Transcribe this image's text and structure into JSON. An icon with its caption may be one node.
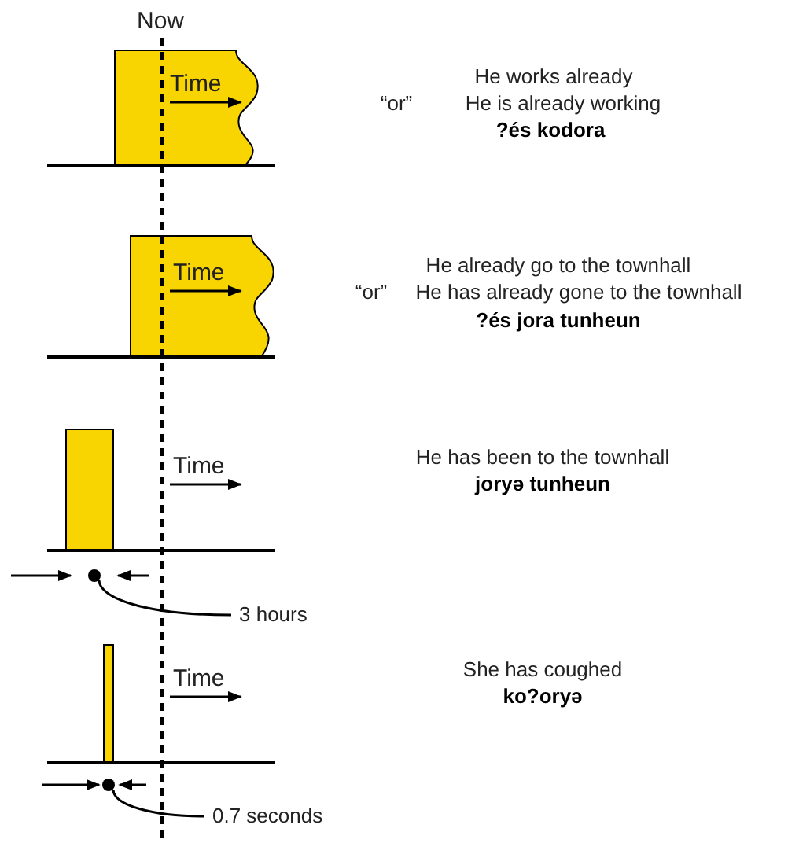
{
  "diagram": {
    "nodes": [
      {
        "text": [],
        "shape": "circle"
      },
      {
        "text": [
          "3 hours"
        ]
      },
      {
        "text": [],
        "shape": "circle"
      },
      {
        "text": [
          "0.7 seconds"
        ]
      }
    ],
    "edges": [
      {
        "from": 1,
        "to": 0,
        "arrow": "none"
      },
      {
        "from": 3,
        "to": 2,
        "arrow": "none"
      }
    ],
    "labels": [
      "Now",
      "Time",
      "He works already",
      "“or”",
      "He is already working",
      "?és kodora",
      "Time",
      "He already go to the townhall",
      "“or”",
      "He has already gone to the townhall",
      "?és jora tunheun",
      "Time",
      "He has been to the townhall",
      "joryə tunheun",
      "Time",
      "She has coughed",
      "ko?oryə"
    ]
  }
}
